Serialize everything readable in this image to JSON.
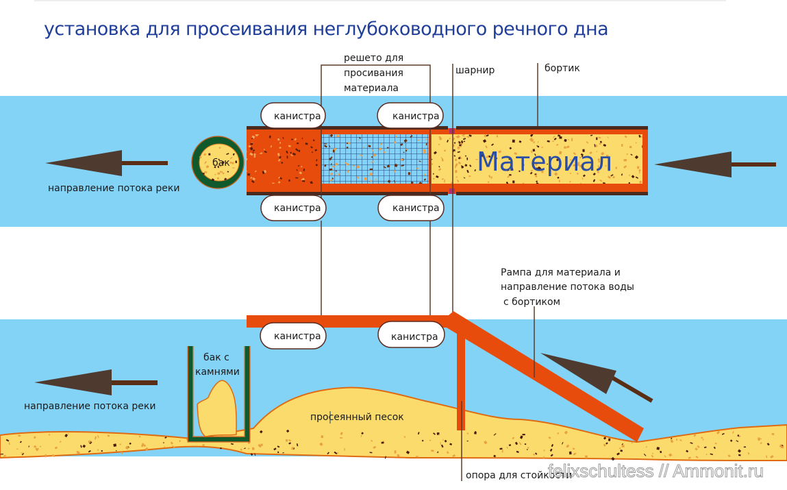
{
  "title": "установка для просеивания неглубоководного речного дна",
  "labels": {
    "sieve": [
      "решето для",
      "просивания",
      "материала"
    ],
    "hinge": "шарнир",
    "rim": "бортик",
    "material": "Материал",
    "tank": "бак",
    "river_flow_top": "направление потока реки",
    "river_flow_bottom": "направление потока реки",
    "stone_tank": [
      "бак с",
      "камнями"
    ],
    "sifted_sand": "просеянный песок",
    "ramp": [
      "Рампа для материала и",
      "направление потока воды",
      " с бортиком"
    ],
    "support": "опора для стойкости"
  },
  "canisters": {
    "top_view_upper": [
      "канистра",
      "канистра"
    ],
    "top_view_lower": [
      "канистра",
      "канистра"
    ],
    "side_view": [
      "канистра",
      "канистра"
    ]
  },
  "watermark": "felixschultess // Ammonit.ru",
  "colors": {
    "water": "#83d3f6",
    "frame": "#e84c0c",
    "rim_dark": "#4a2a1e",
    "sand": "#fbdb6c",
    "sand_outline": "#e06a10",
    "tank_ring": "#0f5a2c",
    "mesh": "#1a3f7a",
    "arrow": "#4f3a30",
    "title": "#1f3f99"
  }
}
